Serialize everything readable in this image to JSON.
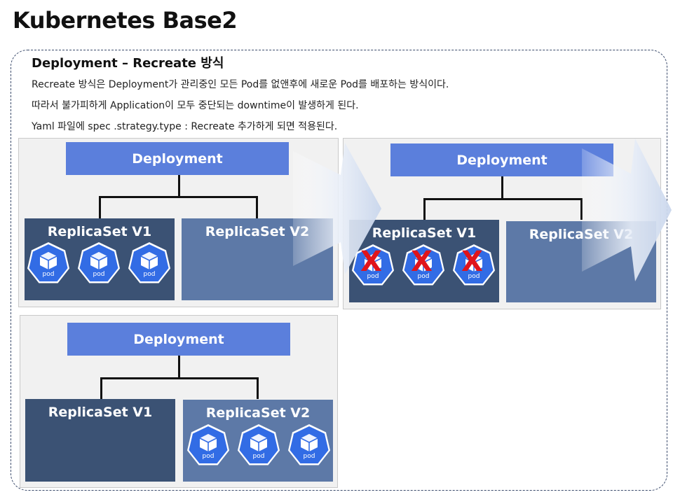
{
  "page": {
    "title": "Kubernetes Base2",
    "heading": "Deployment – Recreate 방식",
    "lines": [
      "Recreate 방식은 Deployment가 관리중인 모든 Pod를 없앤후에 새로운 Pod를 배포하는 방식이다.",
      "따라서 불가피하게 Application이 모두 중단되는 downtime이 발생하게 된다.",
      "Yaml 파일에 spec .strategy.type : Recreate 추가하게 되면 적용된다."
    ]
  },
  "diagram": {
    "deployment_label": "Deployment",
    "replicaset_v1_label": "ReplicaSet V1",
    "replicaset_v2_label": "ReplicaSet V2",
    "pod_label": "pod",
    "delete_mark": "X",
    "colors": {
      "deployment": "#5b7fdc",
      "replicaset_v1": "#3b5274",
      "replicaset_v2": "#5d79a7",
      "pod": "#326ce5",
      "delete_mark": "#e0141b"
    },
    "icons": {
      "pod": "kubernetes-pod-cube-icon",
      "arrow": "right-arrow-icon"
    }
  }
}
